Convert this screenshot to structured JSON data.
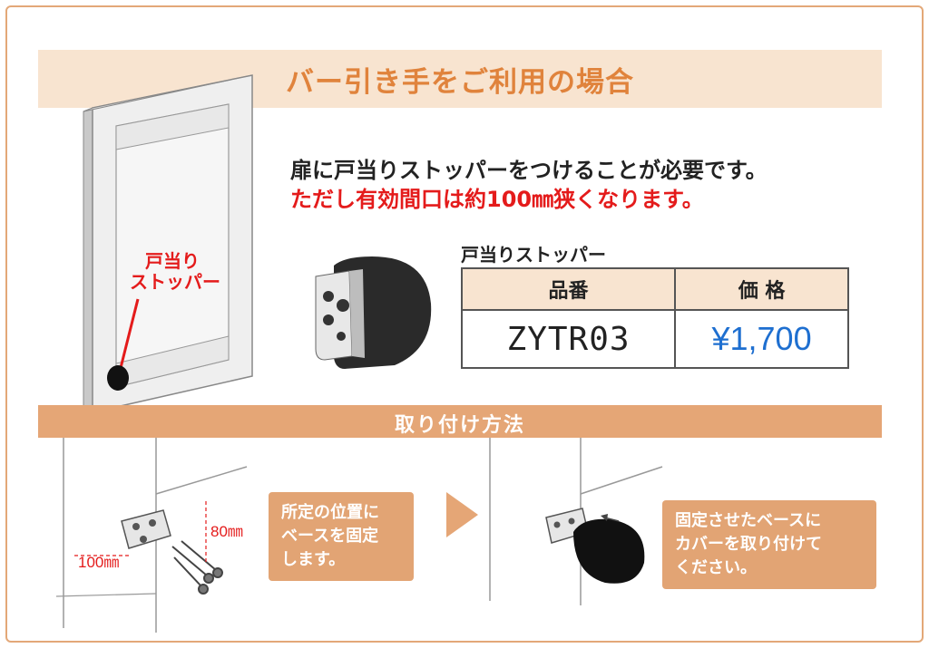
{
  "header": {
    "title": "バー引き手をご利用の場合"
  },
  "door_label": {
    "line1": "戸当り",
    "line2": "ストッパー"
  },
  "message": {
    "line1": "扉に戸当りストッパーをつけることが必要です。",
    "line2": "ただし有効間口は約100㎜狭くなります。"
  },
  "product": {
    "caption": "戸当りストッパー",
    "col_code": "品番",
    "col_price": "価 格",
    "code": "ZYTR03",
    "price": "¥1,700"
  },
  "install": {
    "title": "取り付け方法",
    "dim_vertical": "80㎜",
    "dim_horizontal": "100㎜",
    "step1": {
      "line1": "所定の位置に",
      "line2": "ベースを固定",
      "line3": "します。"
    },
    "step2": {
      "line1": "固定させたベースに",
      "line2": "カバーを取り付けて",
      "line3": "ください。"
    }
  },
  "colors": {
    "accent_orange": "#e0833c",
    "banner_light": "#f8e4d0",
    "banner_mid": "#e5a676",
    "red": "#e41b1b",
    "blue": "#1e6fd0"
  }
}
